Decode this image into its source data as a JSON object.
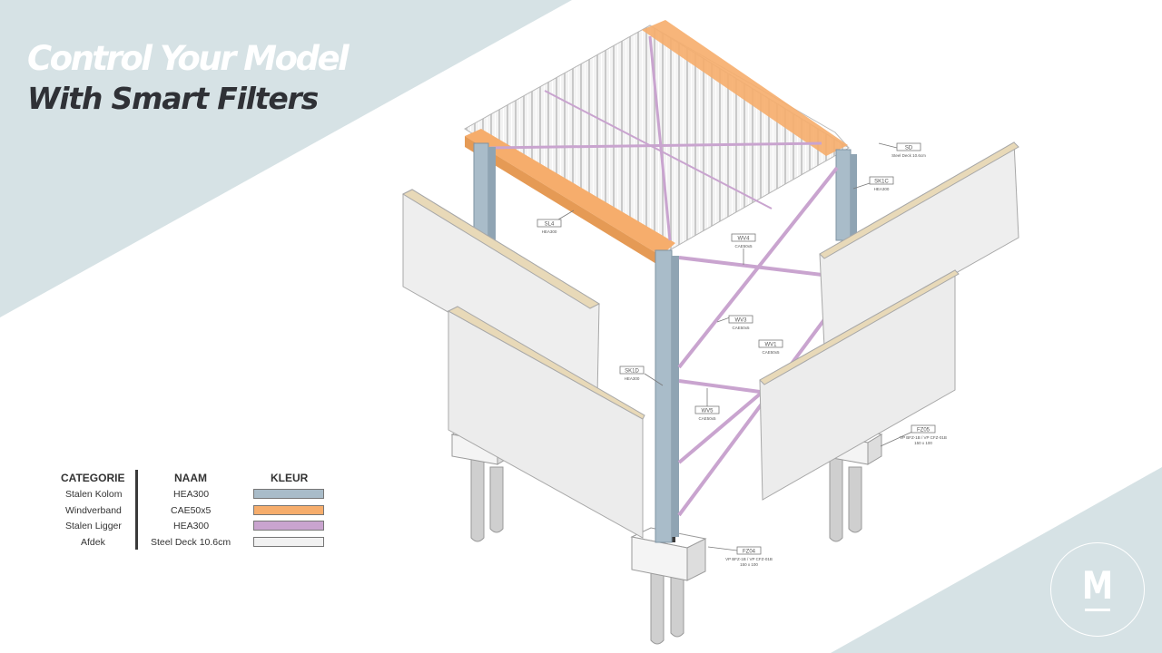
{
  "headline": {
    "line1": "Control Your Model",
    "line2": "With Smart Filters"
  },
  "legend": {
    "headers": {
      "category": "CATEGORIE",
      "name": "NAAM",
      "color": "KLEUR"
    },
    "rows": [
      {
        "category": "Stalen Kolom",
        "name": "HEA300",
        "color": "#a9bcc9"
      },
      {
        "category": "Windverband",
        "name": "CAE50x5",
        "color": "#f6ad6c"
      },
      {
        "category": "Stalen Ligger",
        "name": "HEA300",
        "color": "#c9a4cf"
      },
      {
        "category": "Afdek",
        "name": "Steel Deck 10.6cm",
        "color": "#f1f1f1"
      }
    ]
  },
  "tags": {
    "sd": {
      "code": "SD",
      "sub": "Steel Deck 10.6cm"
    },
    "sk1c": {
      "code": "SK1C",
      "sub": "HEA300"
    },
    "sl4": {
      "code": "SL4",
      "sub": "HEA300"
    },
    "ww4": {
      "code": "WV4",
      "sub": "CAE50x5"
    },
    "wv3": {
      "code": "WV3",
      "sub": "CAE50x5"
    },
    "wv1": {
      "code": "WV1",
      "sub": "CAE50x5"
    },
    "sk1d": {
      "code": "SK1D",
      "sub": "HEA300"
    },
    "wv5": {
      "code": "WV5",
      "sub": "CAE50x5"
    },
    "fz05": {
      "code": "FZ05",
      "sub": "VP BFZ-1B / VP CFZ-01B",
      "sub2": "150 x 100"
    },
    "fz04": {
      "code": "FZ04",
      "sub": "VP BFZ-1B / VP CFZ-01B",
      "sub2": "150 x 100"
    }
  },
  "logo": {
    "letter": "M"
  },
  "colors": {
    "background_band": "#d6e2e5",
    "column": "#a9bcc9",
    "bracing": "#c9a4cf",
    "beam": "#f6ad6c",
    "deck": "#f1f1f1"
  }
}
